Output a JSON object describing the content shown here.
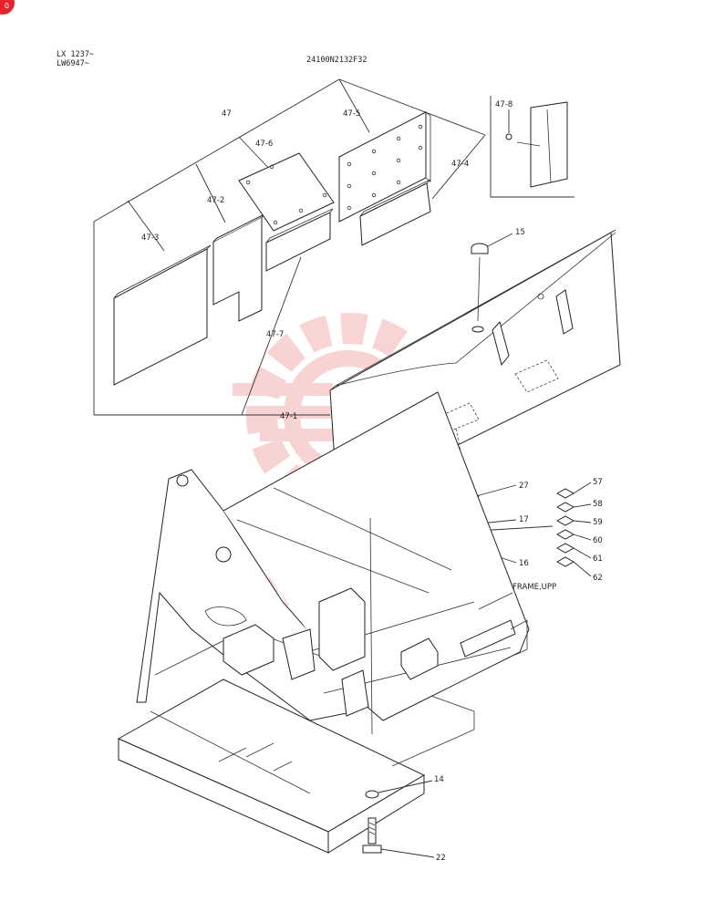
{
  "header": {
    "serial_line_1": "LX 1237~",
    "serial_line_2": "LW6947~",
    "drawing_number": "24100N2132F32"
  },
  "corner_badge": "0",
  "watermark": {
    "text": "MHTEX",
    "color": "#f2a8a8"
  },
  "callouts": {
    "c47": "47",
    "c47_1": "47-1",
    "c47_2": "47-2",
    "c47_3": "47-3",
    "c47_4": "47-4",
    "c47_5": "47-5",
    "c47_6": "47-6",
    "c47_7": "47-7",
    "c47_8": "47-8",
    "c15": "15",
    "c27": "27",
    "c17": "17",
    "c16": "16",
    "c57": "57",
    "c58": "58",
    "c59": "59",
    "c60": "60",
    "c61": "61",
    "c62": "62",
    "frame": "FRAME,UPP",
    "c14": "14",
    "c22": "22"
  }
}
